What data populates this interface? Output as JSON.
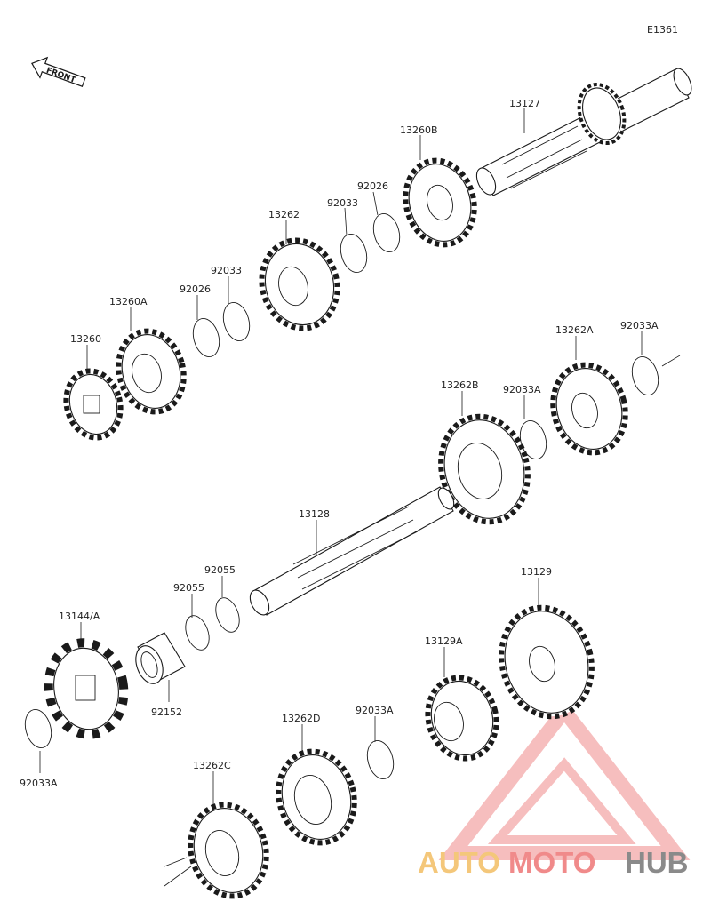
{
  "diagram_code": "E1361",
  "front_label": "FRONT",
  "parts": [
    {
      "id": "p13127",
      "label": "13127"
    },
    {
      "id": "p13260B",
      "label": "13260B"
    },
    {
      "id": "p92026a",
      "label": "92026"
    },
    {
      "id": "p92033a",
      "label": "92033"
    },
    {
      "id": "p13262",
      "label": "13262"
    },
    {
      "id": "p92033b",
      "label": "92033"
    },
    {
      "id": "p92026b",
      "label": "92026"
    },
    {
      "id": "p13260A",
      "label": "13260A"
    },
    {
      "id": "p13260",
      "label": "13260"
    },
    {
      "id": "p13262A",
      "label": "13262A"
    },
    {
      "id": "p92033A1",
      "label": "92033A"
    },
    {
      "id": "p13262B",
      "label": "13262B"
    },
    {
      "id": "p92033A2",
      "label": "92033A"
    },
    {
      "id": "p13128",
      "label": "13128"
    },
    {
      "id": "p92055a",
      "label": "92055"
    },
    {
      "id": "p92055b",
      "label": "92055"
    },
    {
      "id": "p13144A",
      "label": "13144/A"
    },
    {
      "id": "p92152",
      "label": "92152"
    },
    {
      "id": "p92033A3",
      "label": "92033A"
    },
    {
      "id": "p13129",
      "label": "13129"
    },
    {
      "id": "p13129A",
      "label": "13129A"
    },
    {
      "id": "p92033A4",
      "label": "92033A"
    },
    {
      "id": "p13262D",
      "label": "13262D"
    },
    {
      "id": "p13262C",
      "label": "13262C"
    }
  ],
  "watermark": {
    "part1": "AUTO",
    "part2": "MOTO",
    "part3": "HUB",
    "color1": "#f4c77a",
    "color2": "#f08a8a",
    "color3": "#8a8a8a"
  }
}
